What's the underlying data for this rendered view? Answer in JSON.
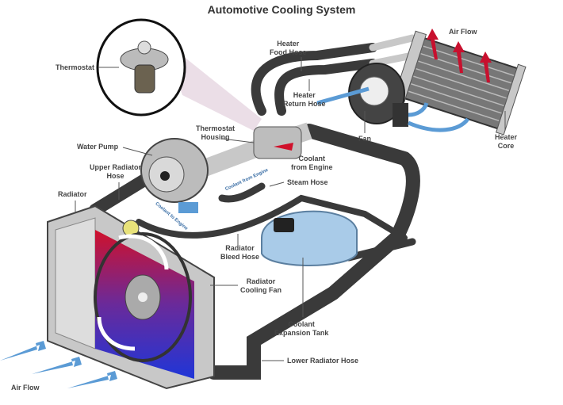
{
  "title": "Automotive Cooling System",
  "labels": {
    "thermostat": "Thermostat",
    "heater_feed_hose": [
      "Heater",
      "Food Hose"
    ],
    "air_flow_top": "Air Flow",
    "heater_return_hose": [
      "Heater",
      "Return Hose"
    ],
    "thermostat_housing": [
      "Thermostat",
      "Housing"
    ],
    "fan": "Fan",
    "heater_core": [
      "Heater",
      "Core"
    ],
    "water_pump": "Water Pump",
    "coolant_from_engine": [
      "Coolant",
      "from Engine"
    ],
    "upper_radiator_hose": [
      "Upper Radiator",
      "Hose"
    ],
    "steam_hose": "Steam Hose",
    "radiator": "Radiator",
    "coolant_from_engine_small": "Coolant from Engine",
    "coolant_to_engine_small": "Coolant to Engine",
    "radiator_bleed_hose": [
      "Radiator",
      "Bleed Hose"
    ],
    "radiator_cooling_fan": [
      "Radiator",
      "Cooling Fan"
    ],
    "coolant_expansion_tank": [
      "Coolant",
      "Expansion Tank"
    ],
    "lower_radiator_hose": "Lower Radiator Hose",
    "air_flow_bottom": "Air Flow"
  },
  "colors": {
    "hose": "#3a3a3a",
    "metal": "#c8c8c8",
    "hot": "#d0112b",
    "cold": "#1f36d8",
    "flow_arrow": "#5b9bd5",
    "tank": "#a9cbe8",
    "thermostat_cone": "#d9c6d3"
  }
}
